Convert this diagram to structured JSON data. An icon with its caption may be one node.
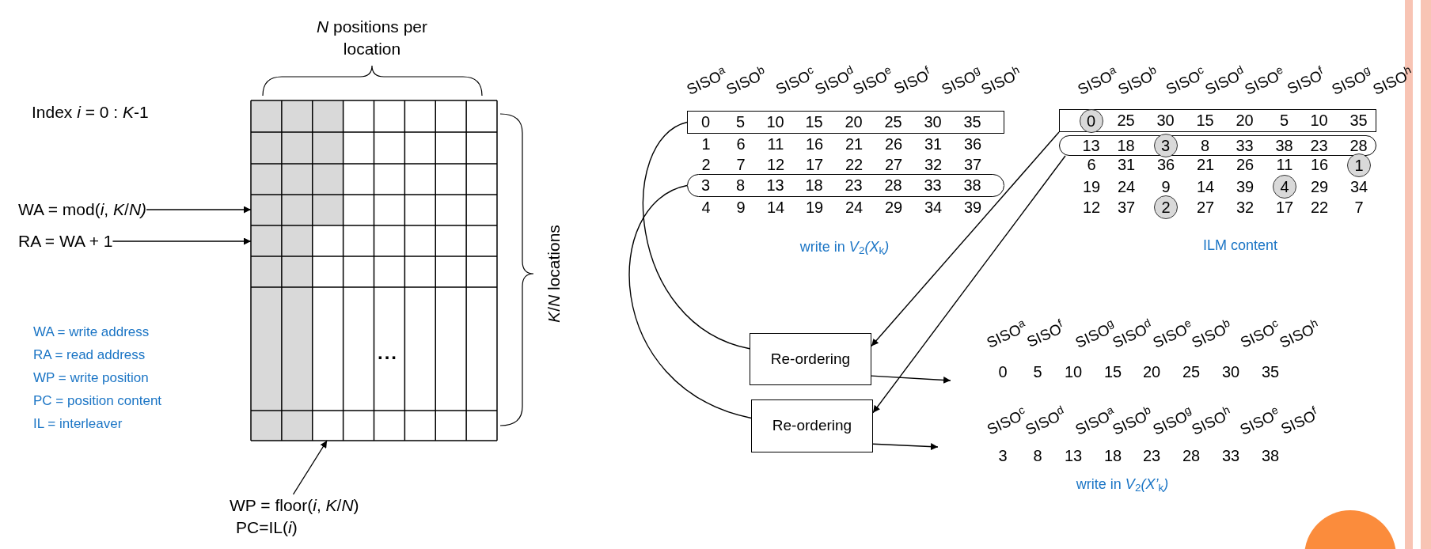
{
  "diagram": {
    "nodes": [
      {
        "text": [
          "WA = mod(*i*, *K*/*N)*"
        ]
      },
      {
        "text": [
          "RA = WA + 1"
        ]
      },
      {
        "text": [
          "WP = floor(*i*, *K*/*N*)",
          "PC=IL(*i*)"
        ]
      },
      {
        "text": [],
        "shape": "grid"
      },
      {
        "text": [
          "0",
          "5",
          "10",
          "15",
          "20",
          "25",
          "30",
          "35"
        ]
      },
      {
        "text": [
          "3",
          "8",
          "13",
          "18",
          "23",
          "28",
          "33",
          "38"
        ]
      },
      {
        "text": [
          "25",
          "30",
          "15",
          "20",
          "5",
          "10",
          "35"
        ]
      },
      {
        "text": [
          "0"
        ],
        "in": 6
      },
      {
        "text": [
          "13",
          "18",
          "8",
          "33",
          "38",
          "23",
          "28"
        ]
      },
      {
        "text": [
          "3"
        ],
        "in": 8
      },
      {
        "text": [
          "1"
        ]
      },
      {
        "text": [
          "4"
        ]
      },
      {
        "text": [
          "2"
        ]
      },
      {
        "text": [
          "Re-ordering"
        ]
      },
      {
        "text": [
          "Re-ordering"
        ]
      }
    ],
    "edges": [
      {
        "from": 0,
        "to": 3,
        "arrow": "to"
      },
      {
        "from": 1,
        "to": 3,
        "arrow": "to"
      },
      {
        "from": 2,
        "to": 3,
        "arrow": "to"
      },
      {
        "from": 4,
        "to": 13,
        "arrow": "none"
      },
      {
        "from": 5,
        "to": 14,
        "arrow": "none"
      },
      {
        "from": 6,
        "to": 13,
        "arrow": "to"
      },
      {
        "from": 8,
        "to": 14,
        "arrow": "to"
      },
      {
        "from": 13,
        "to": null,
        "arrow": "to"
      },
      {
        "from": 14,
        "to": null,
        "arrow": "to"
      }
    ],
    "labels": [
      "*N* positions per location",
      "Index *i* = 0 : *K*-1",
      "*K*/*N* locations",
      "WA = write address",
      "RA = read address",
      "WP = write position",
      "PC = position content",
      "IL = interleaver",
      "...",
      "SISO$^{a}$",
      "SISO$^{b}$",
      "SISO$^{c}$",
      "SISO$^{d}$",
      "SISO$^{e}$",
      "SISO$^{f}$",
      "SISO$^{g}$",
      "SISO$^{h}$",
      "1",
      "6",
      "11",
      "16",
      "21",
      "26",
      "31",
      "36",
      "2",
      "7",
      "12",
      "17",
      "22",
      "27",
      "32",
      "37",
      "4",
      "9",
      "14",
      "19",
      "24",
      "29",
      "34",
      "39",
      "write in *V*$_{2}$*(X*$_{k}$*)*",
      "SISO$^{a}$",
      "SISO$^{b}$",
      "SISO$^{c}$",
      "SISO$^{d}$",
      "SISO$^{e}$",
      "SISO$^{f}$",
      "SISO$^{g}$",
      "SISO$^{h}$",
      "6",
      "31",
      "36",
      "21",
      "26",
      "11",
      "16",
      "19",
      "24",
      "9",
      "14",
      "39",
      "29",
      "34",
      "12",
      "37",
      "27",
      "32",
      "17",
      "22",
      "7",
      "ILM content",
      "SISO$^{a}$",
      "SISO$^{f}$",
      "SISO$^{g}$",
      "SISO$^{d}$",
      "SISO$^{e}$",
      "SISO$^{b}$",
      "SISO$^{c}$",
      "SISO$^{h}$",
      "0",
      "5",
      "10",
      "15",
      "20",
      "25",
      "30",
      "35",
      "SISO$^{c}$",
      "SISO$^{d}$",
      "SISO$^{a}$",
      "SISO$^{b}$",
      "SISO$^{g}$",
      "SISO$^{h}$",
      "SISO$^{e}$",
      "SISO$^{f}$",
      "3",
      "8",
      "13",
      "18",
      "23",
      "28",
      "33",
      "38",
      "write in *V*$_{2}$*(X’*$_{k}$*)*"
    ]
  }
}
